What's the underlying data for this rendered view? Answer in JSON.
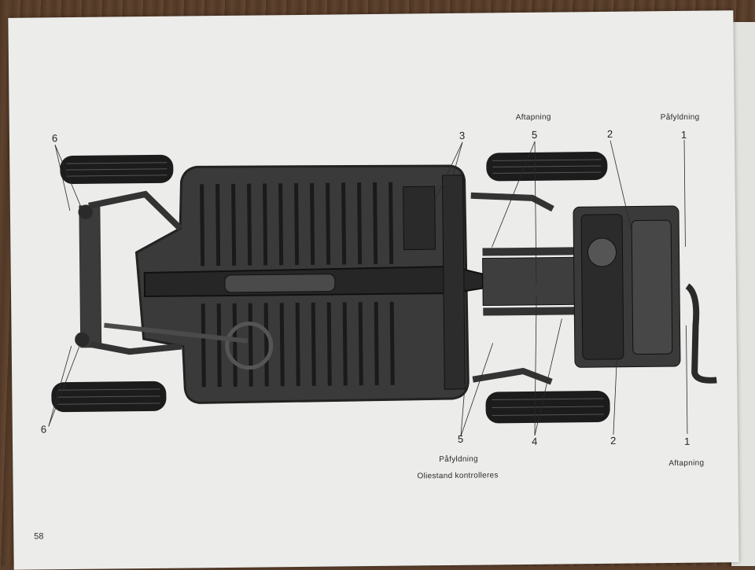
{
  "page": {
    "page_number": "58",
    "labels": {
      "aftapning_top": "Aftapning",
      "pafyldning_top": "Påfyldning",
      "pafyldning_bottom": "Påfyldning",
      "oliestand": "Oliestand kontrolleres",
      "aftapning_bottom": "Aftapning"
    },
    "callouts": {
      "top_6": "6",
      "top_3": "3",
      "top_5": "5",
      "top_2": "2",
      "top_1": "1",
      "bottom_6": "6",
      "bottom_5": "5",
      "bottom_4": "4",
      "bottom_2": "2",
      "bottom_1": "1"
    }
  },
  "colors": {
    "paper": "#ececea",
    "ink": "#1e1e1e",
    "table_wood": "#5a3f2c"
  }
}
